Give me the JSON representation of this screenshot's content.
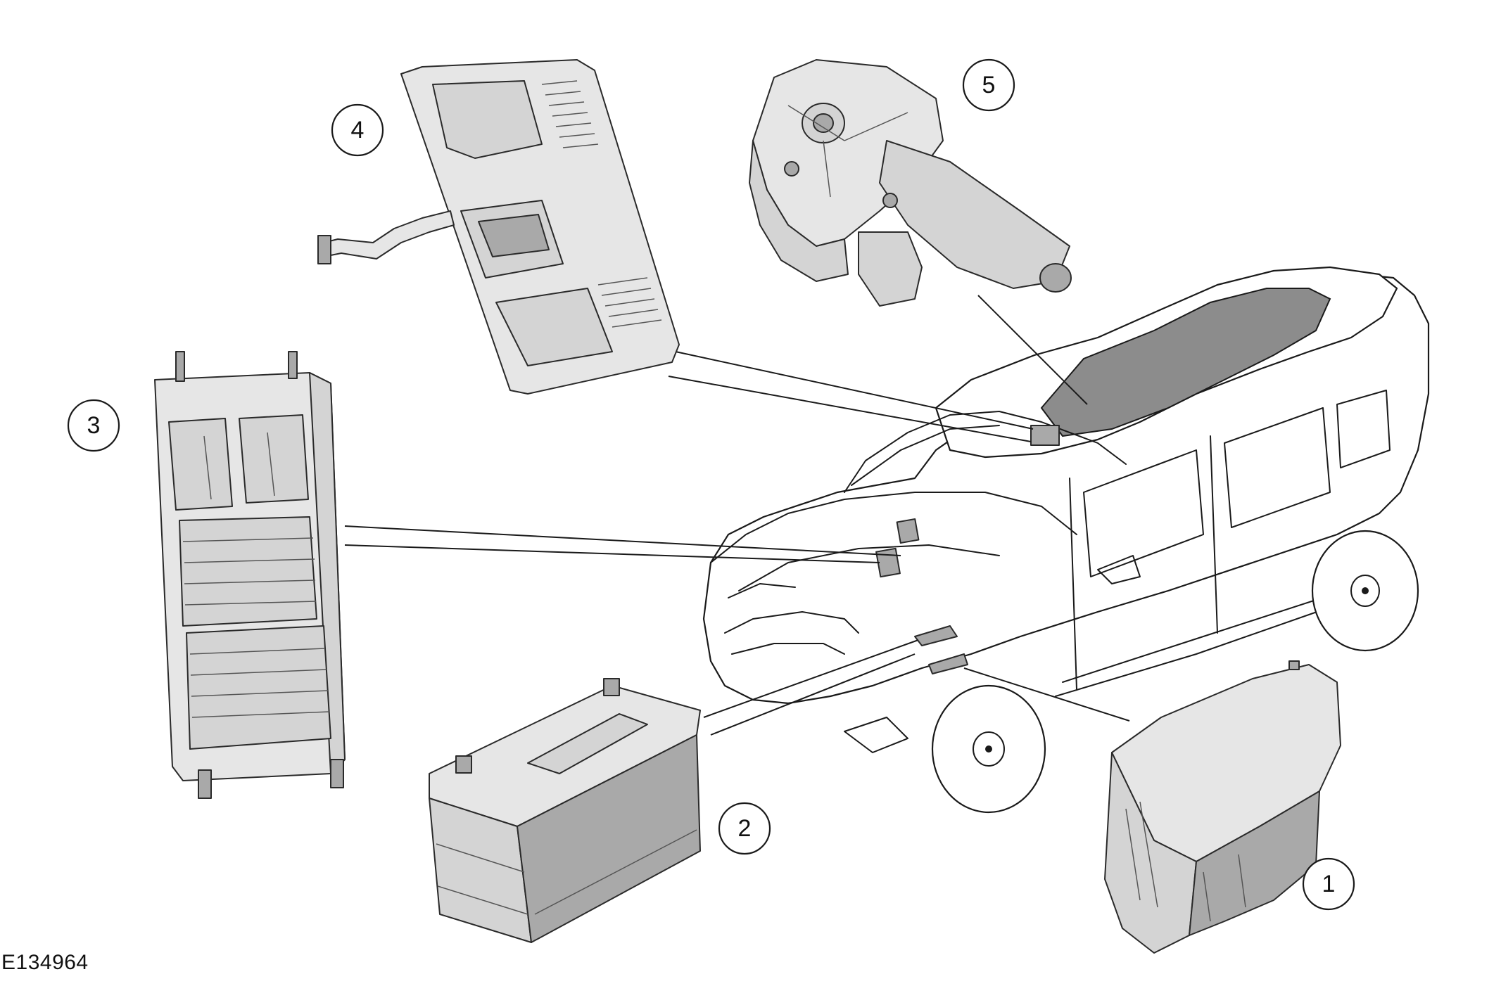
{
  "figure": {
    "reference_code": "E134964"
  },
  "callouts": [
    {
      "id": "1",
      "label": "1",
      "component": "engine-junction-box"
    },
    {
      "id": "2",
      "label": "2",
      "component": "battery"
    },
    {
      "id": "3",
      "label": "3",
      "component": "central-junction-box"
    },
    {
      "id": "4",
      "label": "4",
      "component": "roof-console-module"
    },
    {
      "id": "5",
      "label": "5",
      "component": "sunroof-motor"
    }
  ],
  "colors": {
    "line": "#1a1a1a",
    "part_mid": "#d4d4d4",
    "part_light": "#e6e6e6",
    "part_dark": "#a9a9a9",
    "sunroof_glass": "#8c8c8c",
    "background": "#ffffff"
  }
}
